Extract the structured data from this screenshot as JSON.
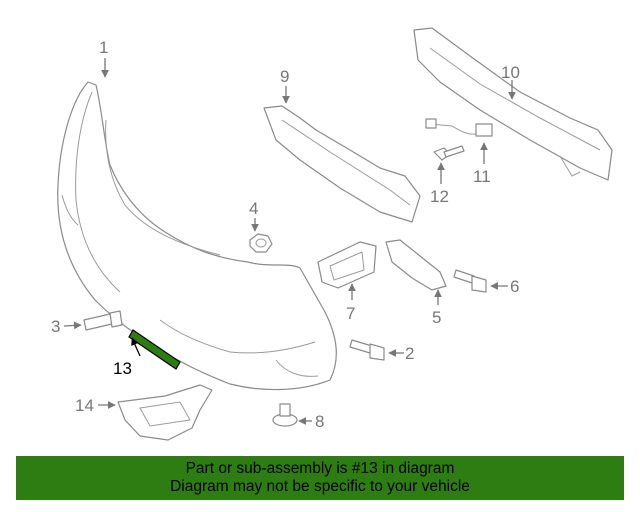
{
  "diagram": {
    "callouts": [
      "1",
      "2",
      "3",
      "4",
      "5",
      "6",
      "7",
      "8",
      "9",
      "10",
      "11",
      "12",
      "13",
      "14"
    ],
    "highlight_color": "#2e7d13"
  },
  "banner": {
    "line1": "Part or sub-assembly is #13 in diagram",
    "line2": "Diagram may not be specific to your vehicle",
    "background": "#2e7d13"
  }
}
